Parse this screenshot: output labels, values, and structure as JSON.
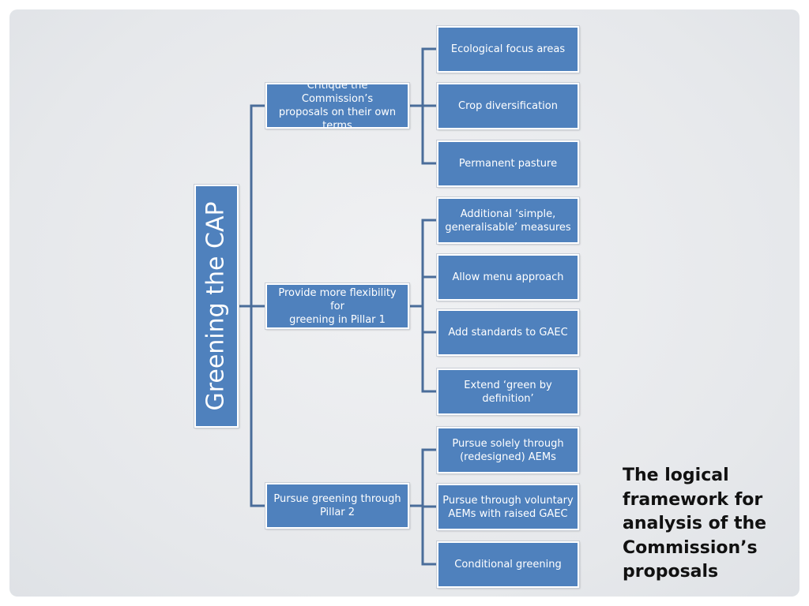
{
  "diagram": {
    "root": "Greening the CAP",
    "branches": [
      {
        "label": "Critique the Commission’s\nproposals on their own\nterms",
        "leaves": [
          "Ecological focus areas",
          "Crop diversification",
          "Permanent pasture"
        ]
      },
      {
        "label": "Provide more flexibility for\ngreening in Pillar 1",
        "leaves": [
          "Additional ‘simple,\ngeneralisable’ measures",
          "Allow menu approach",
          "Add standards to GAEC",
          "Extend ‘green by definition’"
        ]
      },
      {
        "label": "Pursue greening through\nPillar 2",
        "leaves": [
          "Pursue solely through\n(redesigned) AEMs",
          "Pursue through voluntary\nAEMs with raised GAEC",
          "Conditional greening"
        ]
      }
    ]
  },
  "caption": "The logical\nframework for\nanalysis of the\nCommission’s\nproposals",
  "colors": {
    "box_fill": "#4f81bd",
    "connector": "#4a6d9a",
    "background": "#e9ebee"
  }
}
